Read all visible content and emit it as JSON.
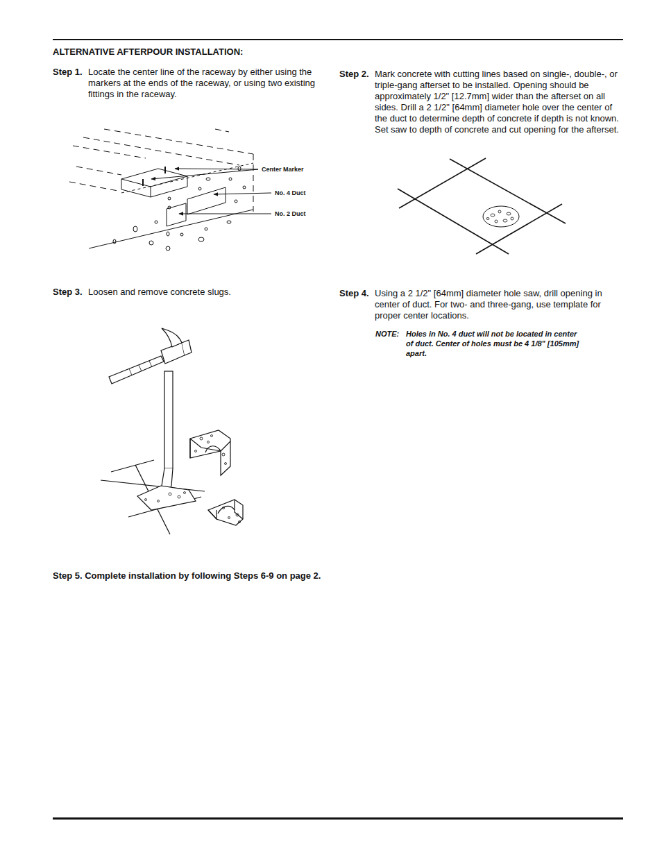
{
  "diagram": {
    "title": "ALTERNATIVE AFTERPOUR INSTALLATION:",
    "labels": [
      "Step 1.",
      "Locate the center line of the raceway by either using the markers at the ends of the raceway, or using two existing fittings in the raceway.",
      "Center Marker",
      "No. 4 Duct",
      "No. 2 Duct",
      "Step 2.",
      "Mark concrete with cutting lines based on single-, double-, or triple-gang afterset to be installed. Opening should be approximately 1/2\" [12.7mm] wider than the afterset on all sides. Drill a 2 1/2\" [64mm] diameter hole over the center of the duct to determine depth of concrete if depth is not known. Set saw to depth of concrete and cut opening for the afterset.",
      "Step 3.",
      "Loosen and remove concrete slugs.",
      "Step 4.",
      "Using a 2 1/2\" [64mm] diameter hole saw, drill opening in center of duct. For two- and three-gang, use template for proper center locations.",
      "NOTE:",
      "Holes in No. 4 duct will not be located in center of duct. Center of holes must be 4 1/8\" [105mm] apart.",
      "Step 5. Complete installation by following Steps 6-9 on page 2."
    ]
  }
}
